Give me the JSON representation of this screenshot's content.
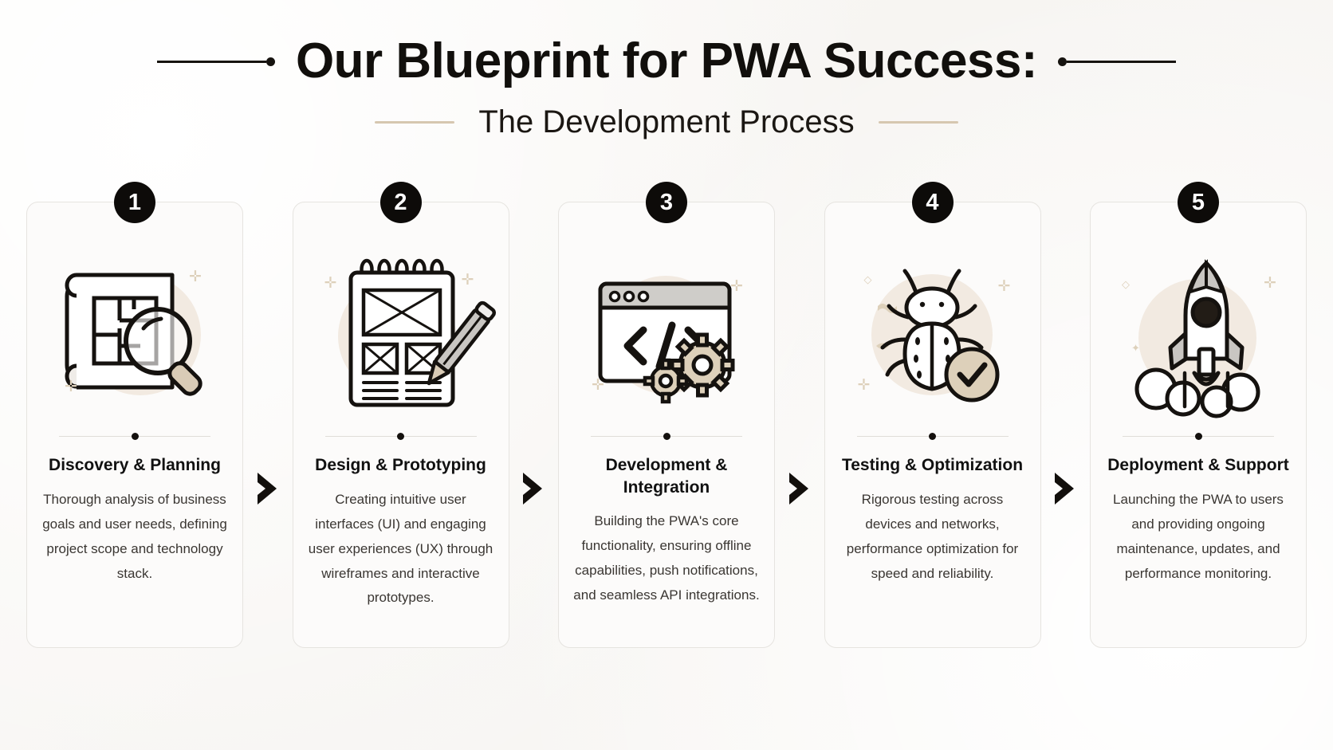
{
  "header": {
    "title": "Our Blueprint for PWA Success:",
    "subtitle": "The Development Process",
    "rule_color": "#16130f",
    "sub_rule_color": "#d6c7b0"
  },
  "theme": {
    "background": "#faf9f7",
    "card_background": "#fcfbfa",
    "card_border": "#e6e4e0",
    "badge_background": "#0d0b09",
    "badge_text": "#ffffff",
    "accent_beige": "#d9cbb6",
    "icon_circle": "#f1e9e0",
    "ink": "#111111",
    "body_text": "#3a3632"
  },
  "connector": {
    "glyph": "chevron-right",
    "color": "#120f0c",
    "count": 4
  },
  "steps": [
    {
      "number": "1",
      "icon": "blueprint-magnifier-icon",
      "title": "Discovery & Planning",
      "description": "Thorough analysis of business goals and user needs, defining project scope and technology stack."
    },
    {
      "number": "2",
      "icon": "wireframe-notepad-pencil-icon",
      "title": "Design & Prototyping",
      "description": "Creating intuitive user interfaces (UI) and engaging user experiences (UX) through wireframes and interactive prototypes."
    },
    {
      "number": "3",
      "icon": "code-browser-gears-icon",
      "title": "Development & Integration",
      "description": "Building the PWA's core functionality, ensuring offline capabilities, push notifications, and seamless API integrations."
    },
    {
      "number": "4",
      "icon": "bug-checkmark-icon",
      "title": "Testing & Optimization",
      "description": "Rigorous testing across devices and networks, performance optimization for speed and reliability."
    },
    {
      "number": "5",
      "icon": "rocket-launch-icon",
      "title": "Deployment & Support",
      "description": "Launching the PWA to users and providing ongoing maintenance, updates, and performance monitoring."
    }
  ]
}
